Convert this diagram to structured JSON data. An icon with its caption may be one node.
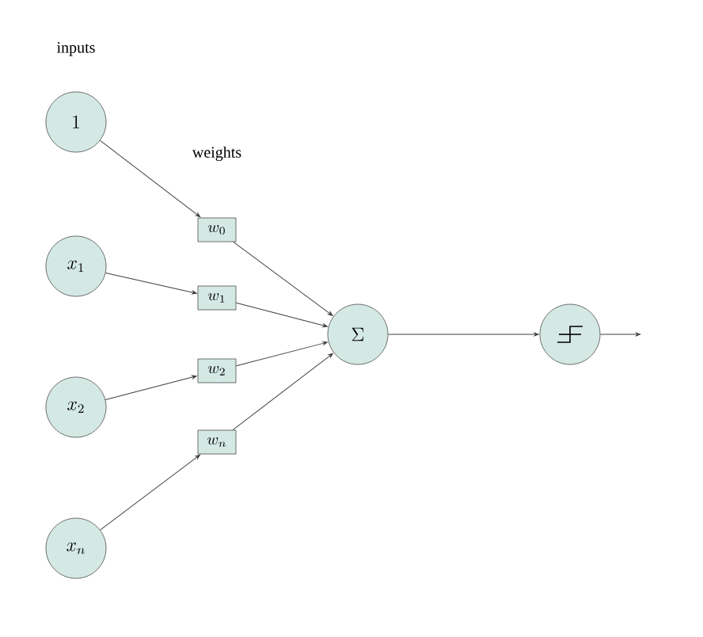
{
  "diagram": {
    "nodes": [
      {
        "text": [
          "1"
        ]
      },
      {
        "text": [
          "x_1"
        ]
      },
      {
        "text": [
          "x_2"
        ]
      },
      {
        "text": [
          "x_n"
        ]
      },
      {
        "text": [
          "w_0"
        ]
      },
      {
        "text": [
          "w_1"
        ]
      },
      {
        "text": [
          "w_2"
        ]
      },
      {
        "text": [
          "w_n"
        ]
      },
      {
        "text": [
          "\\Sigma"
        ]
      },
      {
        "text": [],
        "shape": "circle"
      }
    ],
    "edges": [
      {
        "from": 0,
        "to": 4,
        "arrow": "to"
      },
      {
        "from": 1,
        "to": 5,
        "arrow": "to"
      },
      {
        "from": 2,
        "to": 6,
        "arrow": "to"
      },
      {
        "from": 3,
        "to": 7,
        "arrow": "to"
      },
      {
        "from": 4,
        "to": 8,
        "arrow": "to"
      },
      {
        "from": 5,
        "to": 8,
        "arrow": "to"
      },
      {
        "from": 6,
        "to": 8,
        "arrow": "to"
      },
      {
        "from": 7,
        "to": 8,
        "arrow": "to"
      },
      {
        "from": 8,
        "to": 9,
        "arrow": "to"
      },
      {
        "from": 9,
        "to": null,
        "arrow": "to"
      }
    ],
    "labels": [
      "inputs",
      "weights"
    ]
  }
}
